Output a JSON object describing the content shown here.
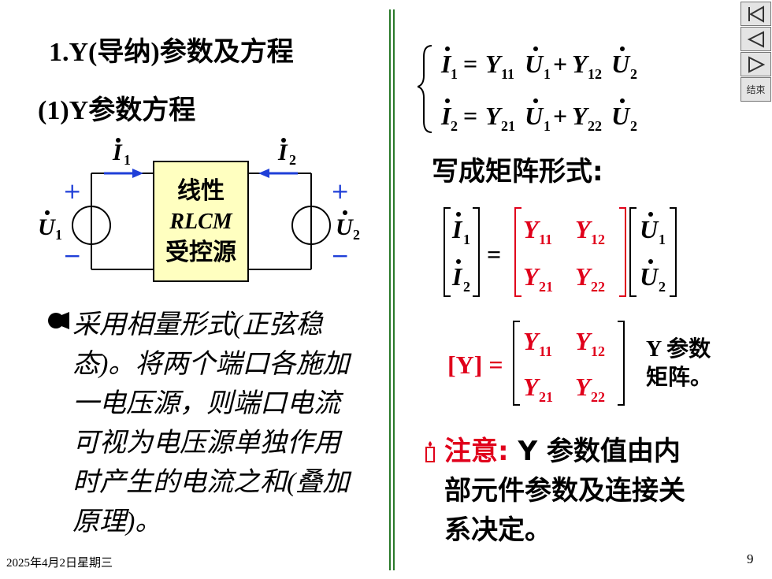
{
  "heading": {
    "title": "1.Y(导纳)参数及方程",
    "subtitle": "(1)Y参数方程"
  },
  "circuit": {
    "box_line1": "线性",
    "box_line2": "RLCM",
    "box_line3": "受控源",
    "i1": "I",
    "i1_sub": "1",
    "i2": "I",
    "i2_sub": "2",
    "u1": "U",
    "u1_sub": "1",
    "u2": "U",
    "u2_sub": "2",
    "plus": "+",
    "minus": "−"
  },
  "bullet": {
    "text": "采用相量形式(正弦稳态)。将两个端口各施加一电压源，则端口电流可视为电压源单独作用时产生的电流之和(叠加原理)。"
  },
  "equations": {
    "eq1": {
      "lhs": "I",
      "lhs_sub": "1",
      "a": "Y",
      "a_sub": "11",
      "b": "U",
      "b_sub": "1",
      "c": "Y",
      "c_sub": "12",
      "d": "U",
      "d_sub": "2"
    },
    "eq2": {
      "lhs": "I",
      "lhs_sub": "2",
      "a": "Y",
      "a_sub": "21",
      "b": "U",
      "b_sub": "1",
      "c": "Y",
      "c_sub": "22",
      "d": "U",
      "d_sub": "2"
    },
    "eq_sign": "=",
    "plus_sign": "+"
  },
  "matrix_section": {
    "label": "写成矩阵形式:",
    "ymatrix_lhs": "[Y] =",
    "ymatrix_note_line1": "Y 参数",
    "ymatrix_note_line2": "矩阵。",
    "y11": "Y",
    "y11_sub": "11",
    "y12": "Y",
    "y12_sub": "12",
    "y21": "Y",
    "y21_sub": "21",
    "y22": "Y",
    "y22_sub": "22"
  },
  "note": {
    "prefix": "注意:",
    "text_line1": " Y 参数值由内",
    "text_line2": "部元件参数及连接关",
    "text_line3": "系决定。"
  },
  "footer": {
    "date": "2025年4月2日星期三",
    "page": "9"
  },
  "nav": {
    "end_label": "结束"
  },
  "colors": {
    "red": "#e0001b",
    "blue": "#1f3fd8",
    "green_divider": "#2a7a2a",
    "box_fill": "#ffffc0"
  }
}
